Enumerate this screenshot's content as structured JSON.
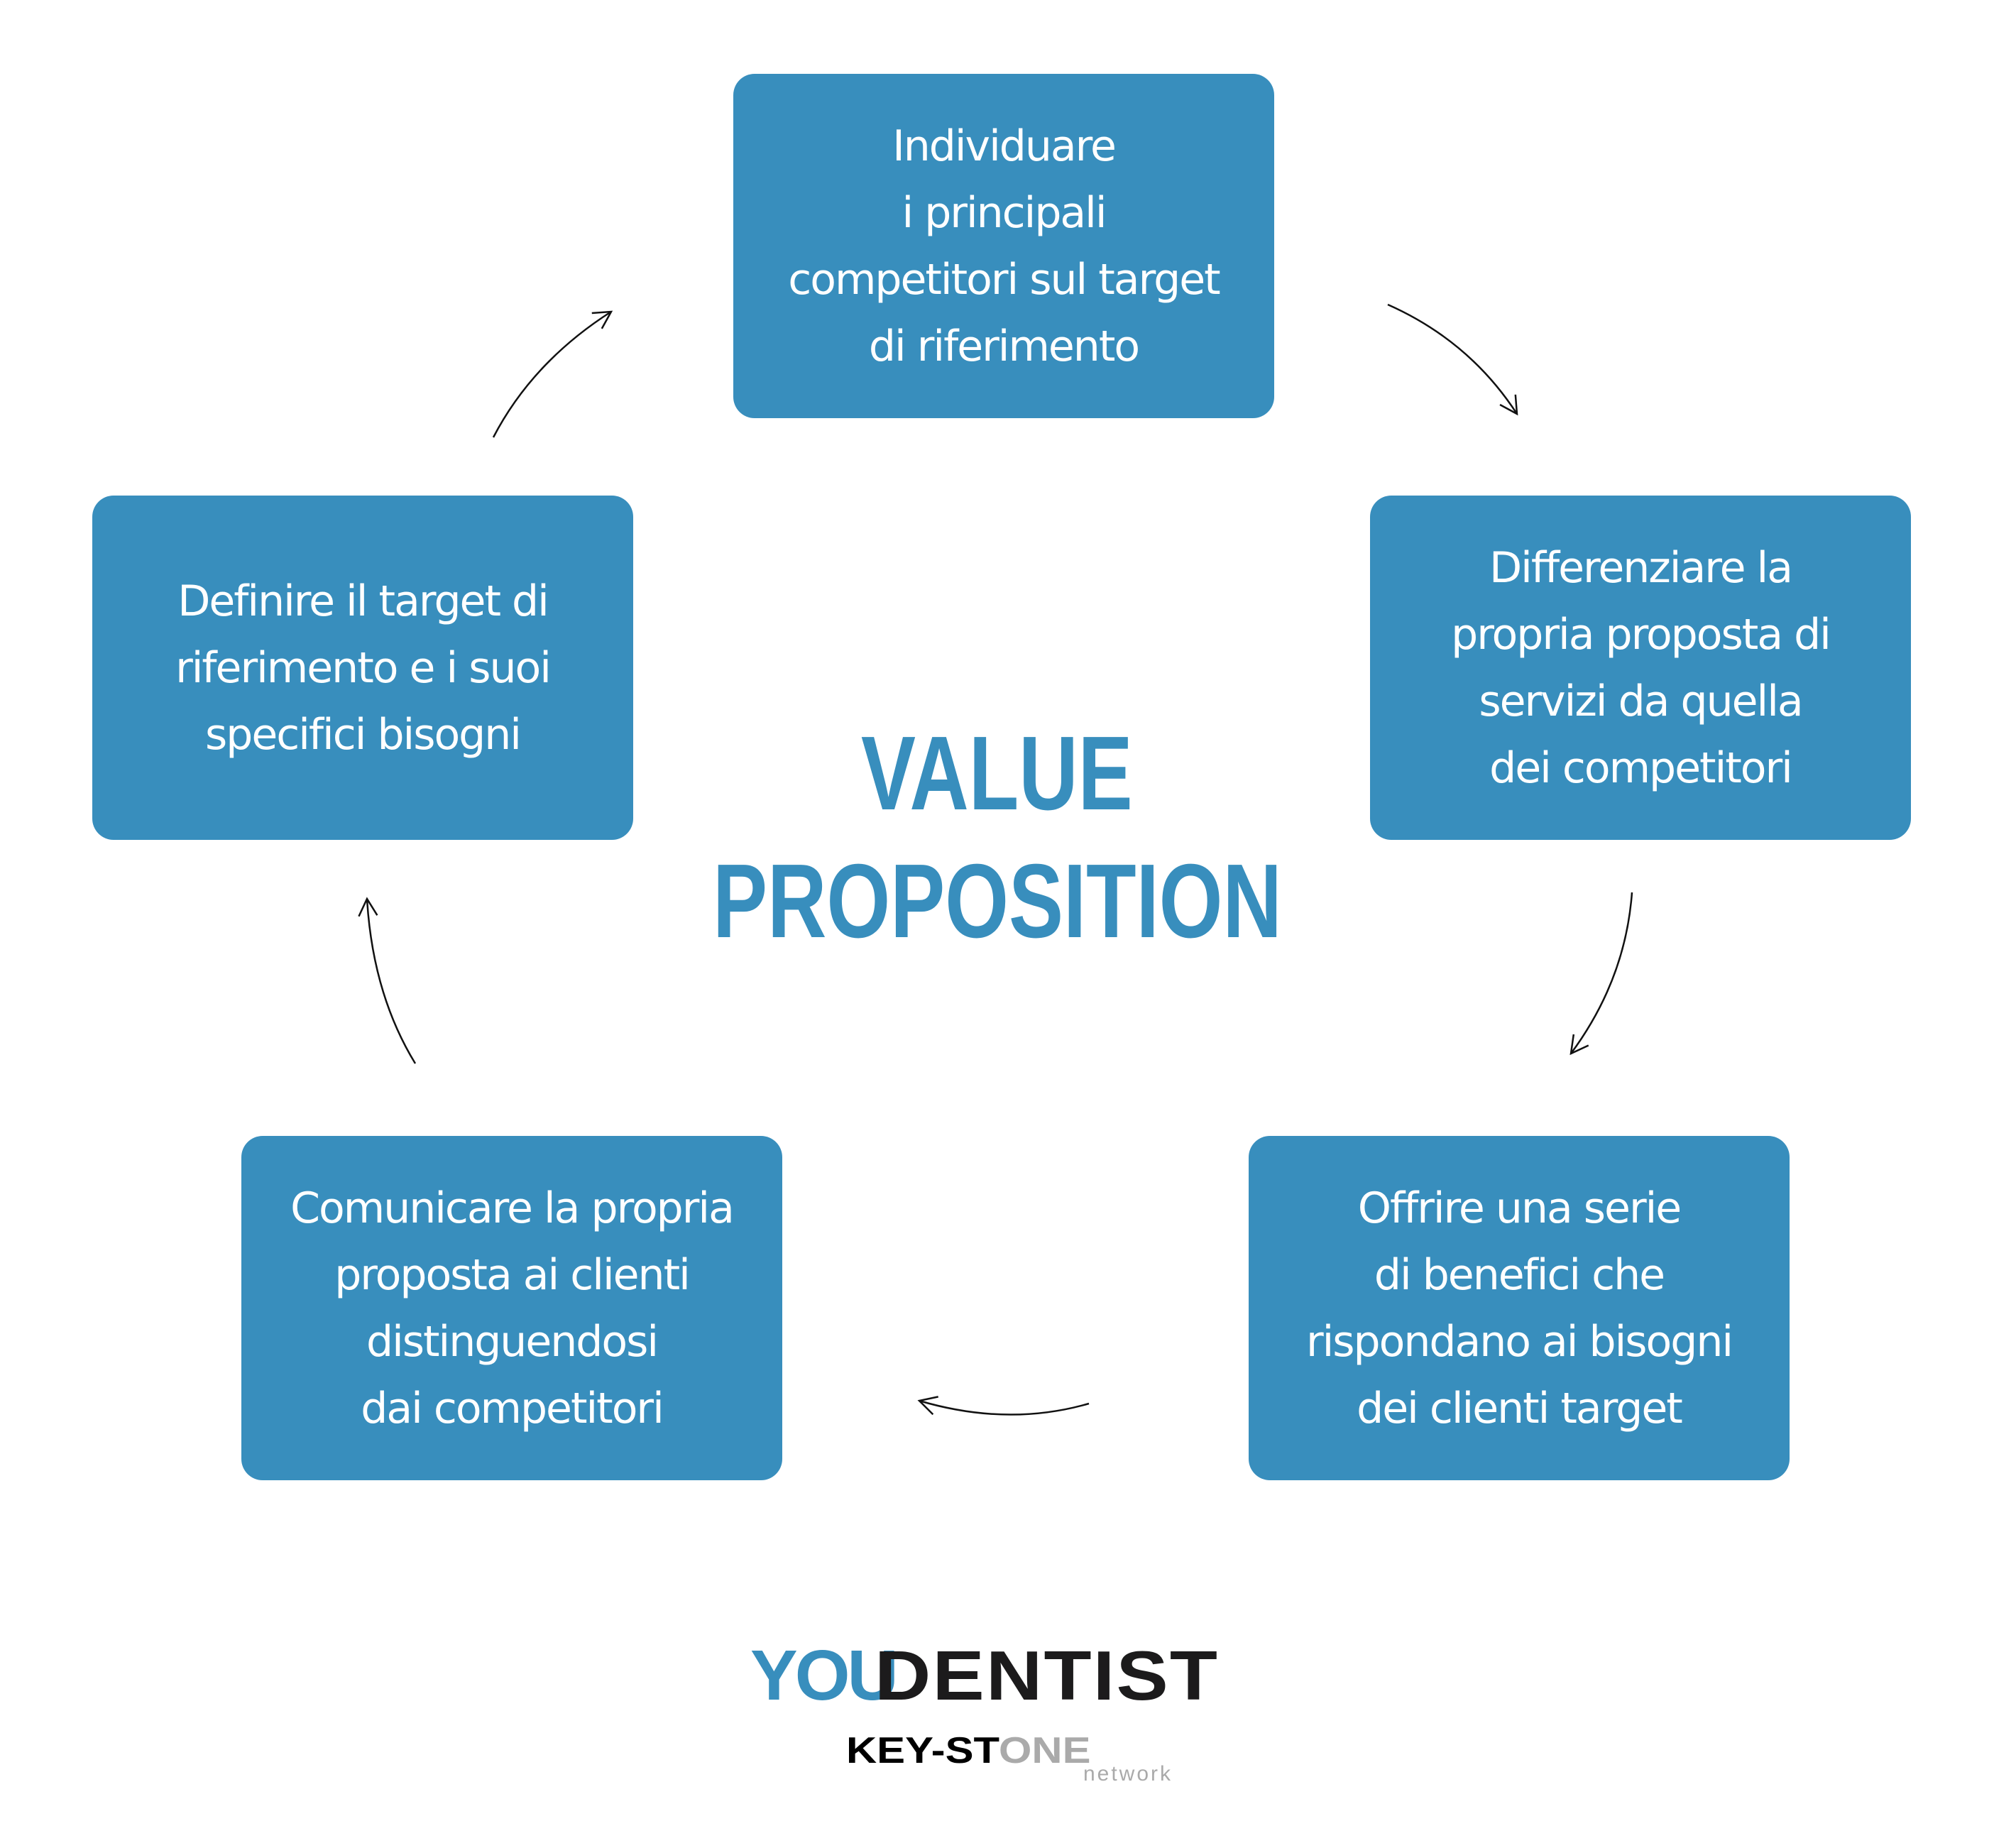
{
  "title": {
    "line1": "VALUE",
    "line2": "PROPOSITION"
  },
  "steps": [
    {
      "text": "Individuare\ni principali\ncompetitori sul target\ndi riferimento"
    },
    {
      "text": "Differenziare la\npropria proposta di\nservizi da quella\ndei competitori"
    },
    {
      "text": "Offrire una serie\ndi benefici che\nrispondano ai bisogni\ndei clienti target"
    },
    {
      "text": "Comunicare la propria\nproposta ai clienti\ndistinguendosi\ndai competitori"
    },
    {
      "text": "Definire il target di\nriferimento e i suoi\nspecifici bisogni"
    }
  ],
  "logos": {
    "youdentist": {
      "you": "YOU",
      "dentist": "DENTIST"
    },
    "keystone": {
      "keyst": "KEY-ST",
      "one": "ONE",
      "network": "network"
    }
  },
  "colors": {
    "accent": "#388ebd",
    "dark": "#1c1b1c",
    "gray": "#aaaaaa"
  }
}
